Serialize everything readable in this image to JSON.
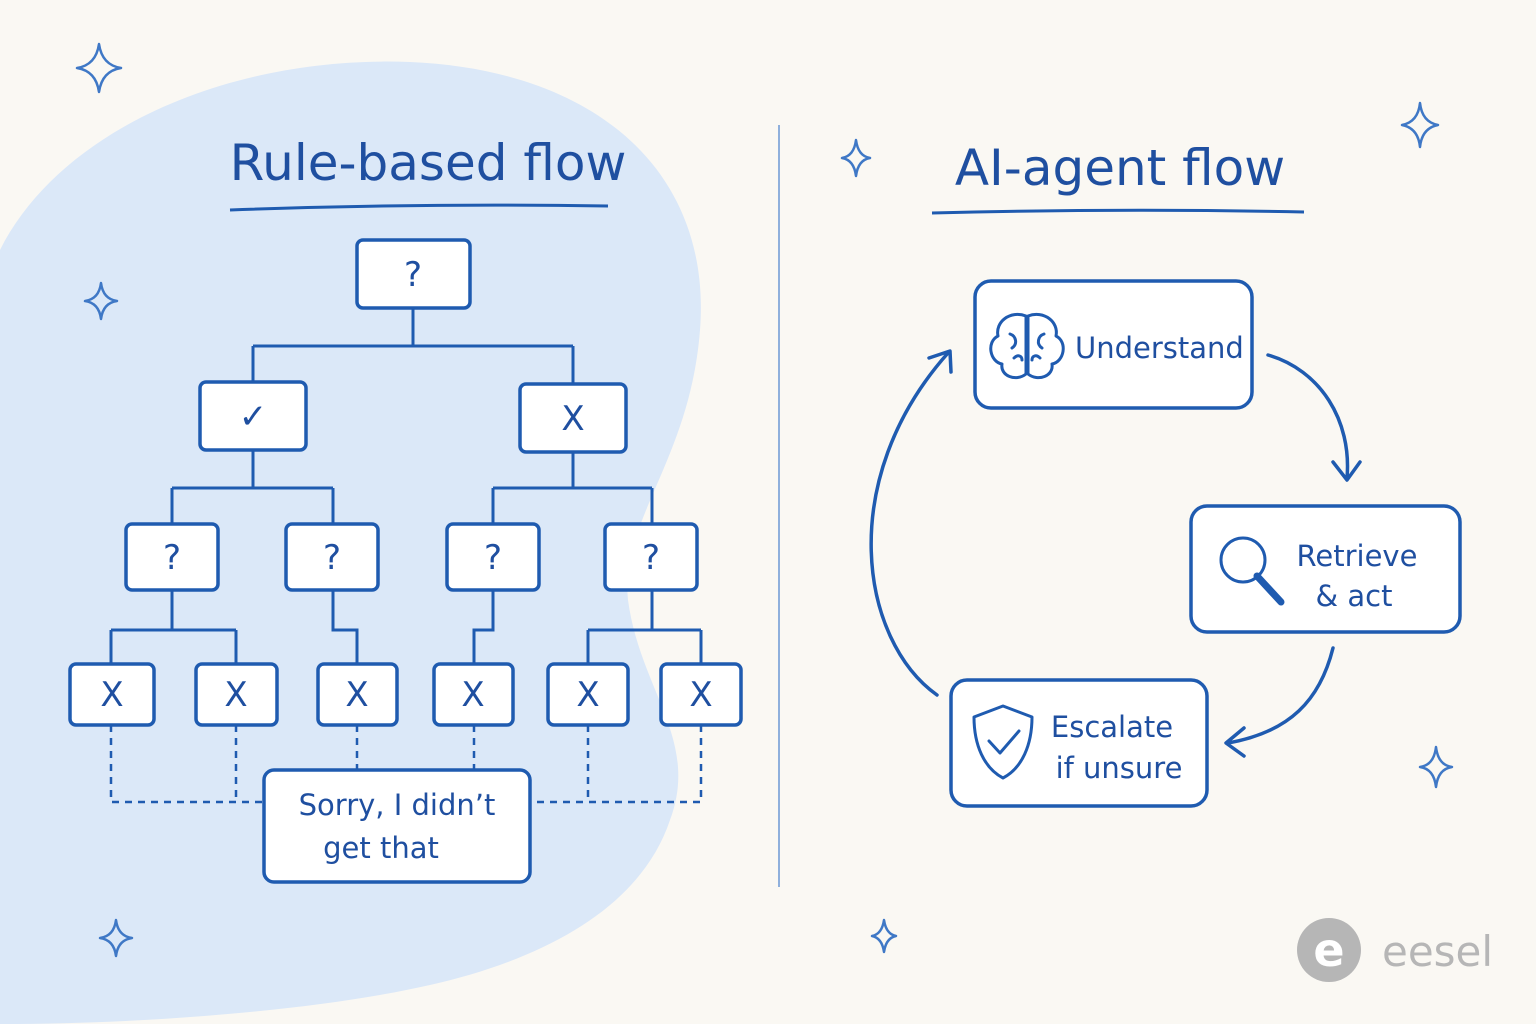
{
  "left": {
    "title": "Rule-based flow",
    "tree": {
      "root": "?",
      "level1": [
        "✓",
        "X"
      ],
      "level2": [
        "?",
        "?",
        "?",
        "?"
      ],
      "level3": [
        "X",
        "X",
        "X",
        "X",
        "X",
        "X"
      ]
    },
    "fallback": {
      "line1": "Sorry, I didn’t",
      "line2": "get that"
    }
  },
  "right": {
    "title": "AI-agent flow",
    "steps": [
      {
        "lines": [
          "Understand"
        ],
        "icon": "brain-icon"
      },
      {
        "lines": [
          "Retrieve",
          "& act"
        ],
        "icon": "magnifier-icon"
      },
      {
        "lines": [
          "Escalate",
          "if unsure"
        ],
        "icon": "shield-check-icon"
      }
    ]
  },
  "brand": {
    "name": "eesel",
    "mark": "e",
    "icon": "eesel-logo-icon"
  },
  "colors": {
    "background": "#faf8f3",
    "blob": "#dbe8f8",
    "ink": "#1f5bb0",
    "text": "#1f4fa0",
    "sparkle": "#3f78c6",
    "logo": "#b6b6b6"
  }
}
